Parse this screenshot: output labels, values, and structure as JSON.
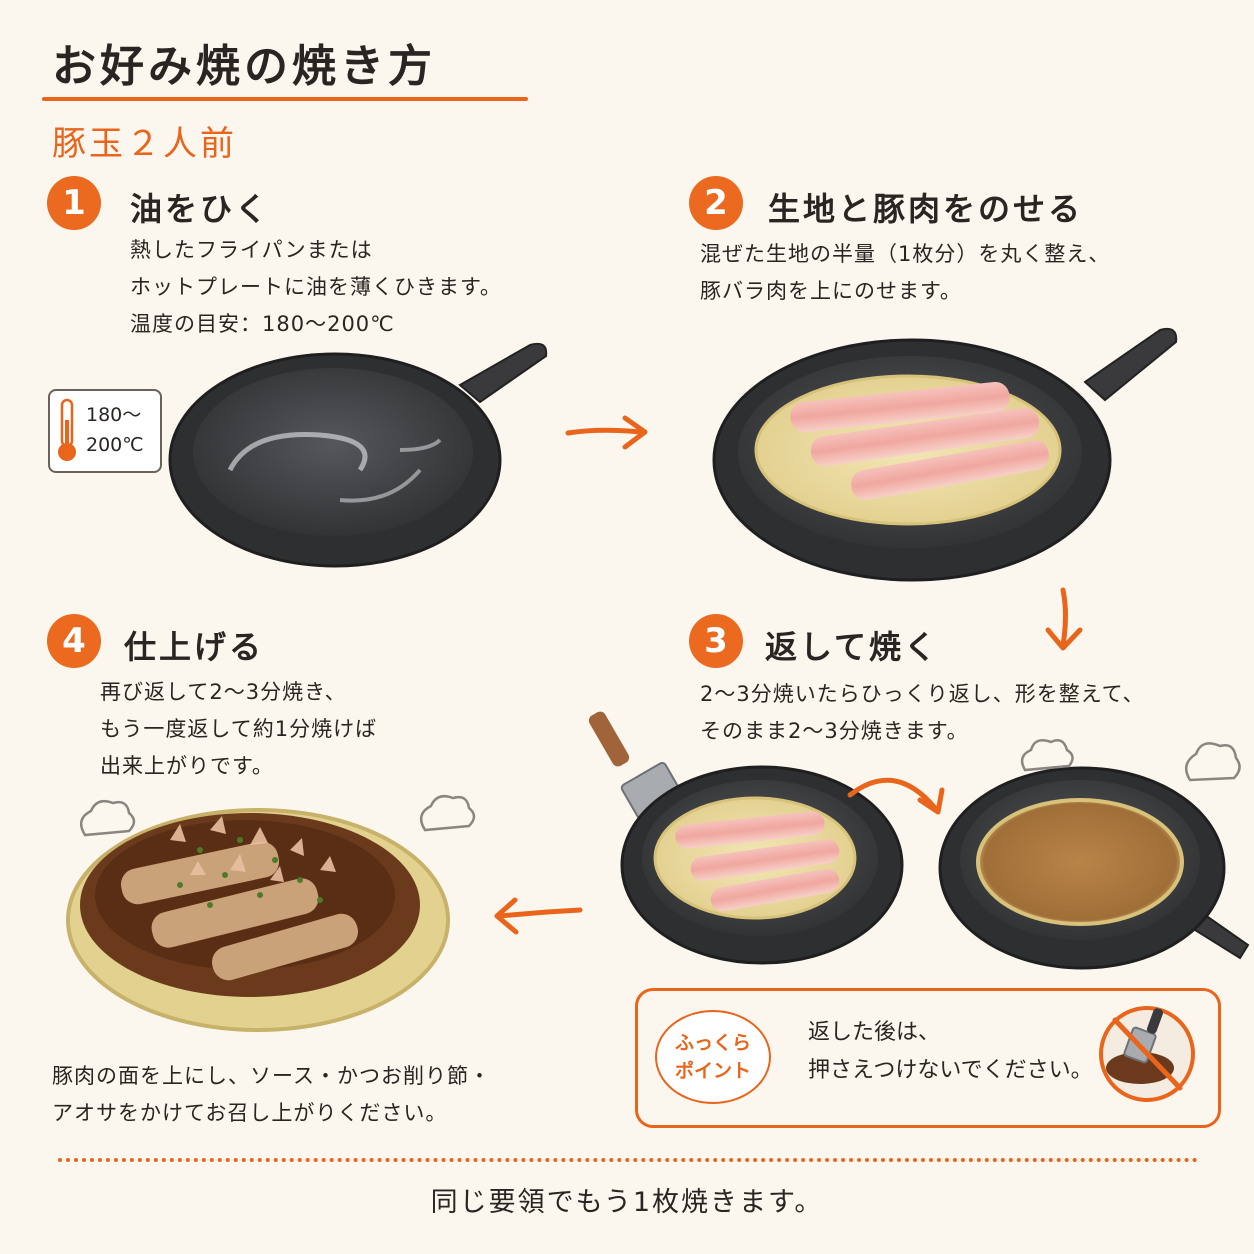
{
  "header": {
    "title": "お好み焼の焼き方",
    "subtitle": "豚玉２人前"
  },
  "steps": [
    {
      "number": "1",
      "title": "油をひく",
      "lines": [
        "熱したフライパンまたは",
        "ホットプレートに油を薄くひきます。",
        "温度の目安：180～200℃"
      ]
    },
    {
      "number": "2",
      "title": "生地と豚肉をのせる",
      "lines": [
        "混ぜた生地の半量（1枚分）を丸く整え、",
        "豚バラ肉を上にのせます。"
      ]
    },
    {
      "number": "3",
      "title": "返して焼く",
      "lines": [
        "2～3分焼いたらひっくり返し、形を整えて、",
        "そのまま2～3分焼きます。"
      ]
    },
    {
      "number": "4",
      "title": "仕上げる",
      "lines": [
        "再び返して2～3分焼き、",
        "もう一度返して約1分焼けば",
        "出来上がりです。"
      ]
    }
  ],
  "temperature_badge": {
    "lines": [
      "180～",
      "200℃"
    ],
    "icon": "thermometer-icon"
  },
  "serving_note": {
    "lines": [
      "豚肉の面を上にし、ソース・かつお削り節・",
      "アオサをかけてお召し上がりください。"
    ]
  },
  "point": {
    "label_lines": [
      "ふっくら",
      "ポイント"
    ],
    "text_lines": [
      "返した後は、",
      "押さえつけないでください。"
    ],
    "icon": "no-press-icon"
  },
  "footer": {
    "text": "同じ要領でもう1枚焼きます。"
  },
  "colors": {
    "accent": "#e9651c",
    "background": "#fbf7ef",
    "pan": "#3a3a3c",
    "text": "#2a2522"
  }
}
